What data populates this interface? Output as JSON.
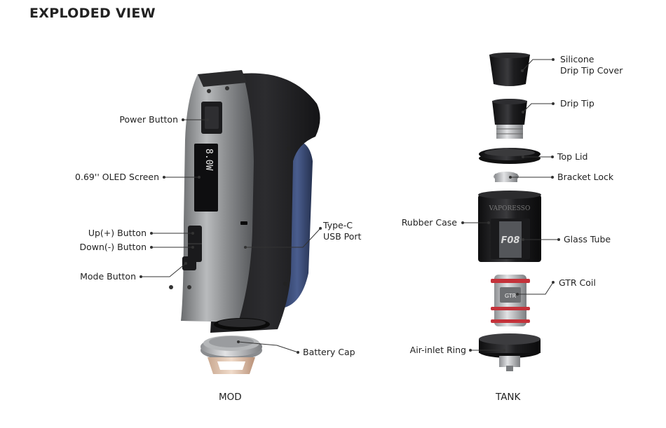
{
  "title": "EXPLODED VIEW",
  "sections": {
    "mod": "MOD",
    "tank": "TANK"
  },
  "mod_labels": {
    "power_button": "Power Button",
    "oled_screen": "0.69'' OLED Screen",
    "up_button": "Up(+) Button",
    "down_button": "Down(-) Button",
    "mode_button": "Mode Button",
    "type_c_line1": "Type-C",
    "type_c_line2": "USB Port",
    "battery_cap": "Battery Cap"
  },
  "tank_labels": {
    "silicone_line1": "Silicone",
    "silicone_line2": "Drip Tip Cover",
    "drip_tip": "Drip Tip",
    "top_lid": "Top Lid",
    "bracket_lock": "Bracket Lock",
    "rubber_case": "Rubber Case",
    "glass_tube": "Glass Tube",
    "gtr_coil": "GTR Coil",
    "air_inlet_ring": "Air-inlet Ring"
  }
}
